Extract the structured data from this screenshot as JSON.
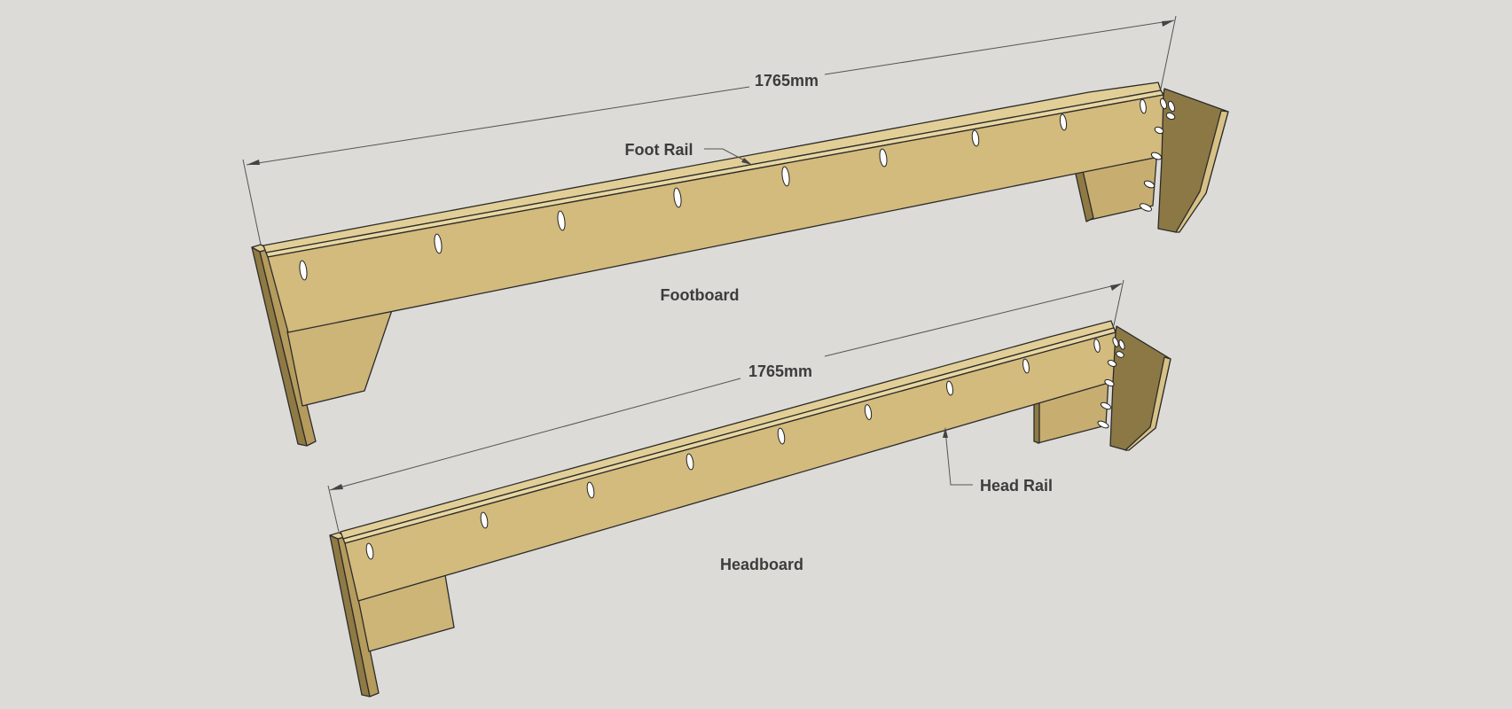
{
  "footboard": {
    "label": "Footboard",
    "dimension": "1765mm",
    "rail_label": "Foot Rail"
  },
  "headboard": {
    "label": "Headboard",
    "dimension": "1765mm",
    "rail_label": "Head Rail"
  },
  "colors": {
    "background": "#dcdbd7",
    "wood_face": "#d2b97c",
    "wood_top": "#e2cf97",
    "wood_side": "#a58d50",
    "wood_dark": "#7d6b3e"
  }
}
